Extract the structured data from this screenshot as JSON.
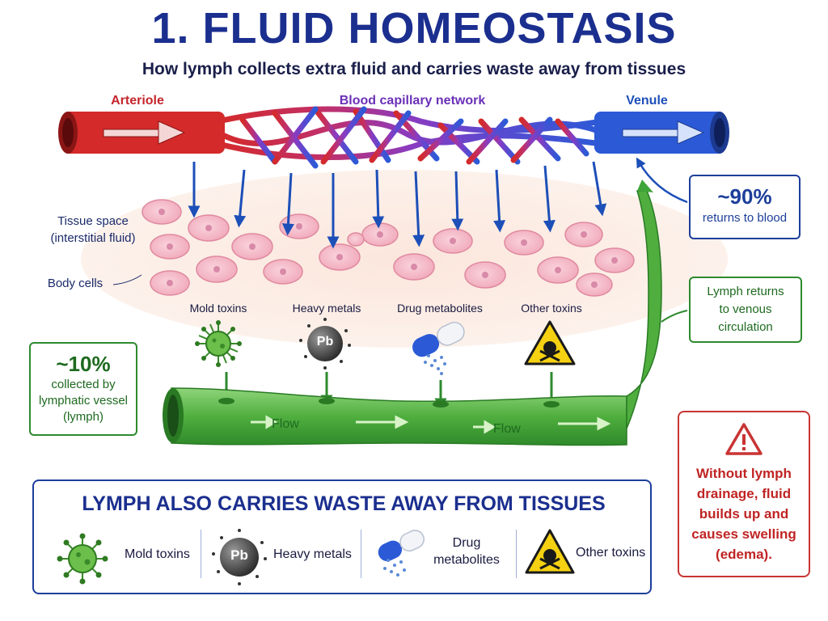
{
  "title": "1. FLUID HOMEOSTASIS",
  "subtitle": "How lymph collects extra fluid and carries waste away from tissues",
  "vessels": {
    "arteriole": "Arteriole",
    "capillary": "Blood capillary network",
    "venule": "Venule"
  },
  "labels": {
    "tissue_space_line1": "Tissue space",
    "tissue_space_line2": "(interstitial fluid)",
    "body_cells": "Body cells",
    "flow": "Flow"
  },
  "toxins": [
    {
      "name": "Mold toxins",
      "icon": "virus-icon"
    },
    {
      "name": "Heavy metals",
      "icon": "pb-sphere-icon",
      "symbol": "Pb"
    },
    {
      "name": "Drug metabolites",
      "icon": "capsule-icon"
    },
    {
      "name": "Other toxins",
      "icon": "skull-warning-icon"
    }
  ],
  "callouts": {
    "returns_pct": "~90%",
    "returns_text": "returns to blood",
    "lymph_return_1": "Lymph returns",
    "lymph_return_2": "to venous",
    "lymph_return_3": "circulation",
    "collected_pct": "~10%",
    "collected_1": "collected by",
    "collected_2": "lymphatic vessel",
    "collected_3": "(lymph)",
    "warning_1": "Without lymph",
    "warning_2": "drainage, fluid",
    "warning_3": "builds up and",
    "warning_4": "causes swelling",
    "warning_5": "(edema)."
  },
  "bottom": {
    "title": "LYMPH ALSO CARRIES WASTE AWAY FROM TISSUES",
    "items": [
      {
        "label": "Mold toxins"
      },
      {
        "label": "Heavy metals",
        "symbol": "Pb"
      },
      {
        "label_1": "Drug",
        "label_2": "metabolites"
      },
      {
        "label": "Other toxins"
      }
    ]
  },
  "colors": {
    "title": "#1b2f8f",
    "arteriole": "#c4262d",
    "capillary": "#6a30b8",
    "venule": "#1d4fb8",
    "lymph": "#3fa53a",
    "warning": "#c93434"
  }
}
